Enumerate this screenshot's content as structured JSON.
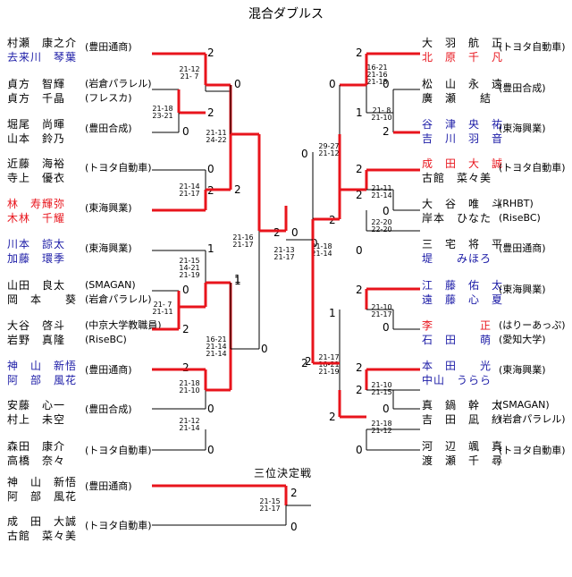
{
  "title": "混合ダブルス",
  "third_place_title": "三位決定戦",
  "left_entries": [
    {
      "p1": "村瀬　康之介",
      "p2": "去来川　琴葉",
      "club": "(豊田通商)",
      "c1": "",
      "c2": "blue"
    },
    {
      "p1": "貞方　智輝",
      "p2": "貞方　千晶",
      "club": "(岩倉パラレル)\n(フレスカ)",
      "c1": "",
      "c2": ""
    },
    {
      "p1": "堀尾　尚暉",
      "p2": "山本　鈴乃",
      "club": "(豊田合成)",
      "c1": "",
      "c2": ""
    },
    {
      "p1": "近藤　海裕",
      "p2": "寺上　優衣",
      "club": "(トヨタ自動車)",
      "c1": "",
      "c2": ""
    },
    {
      "p1": "林　寿輝弥",
      "p2": "木林　千耀",
      "club": "(東海興業)",
      "c1": "red",
      "c2": "red"
    },
    {
      "p1": "川本　諒太",
      "p2": "加藤　環季",
      "club": "(東海興業)",
      "c1": "blue",
      "c2": "blue"
    },
    {
      "p1": "山田　良太",
      "p2": "岡　本　　葵",
      "club": "(SMAGAN)\n(岩倉パラレル)",
      "c1": "",
      "c2": ""
    },
    {
      "p1": "大谷　啓斗",
      "p2": "岩野　真隆",
      "club": "(中京大学教職員)\n(RiseBC)",
      "c1": "",
      "c2": ""
    },
    {
      "p1": "神　山　新悟",
      "p2": "阿　部　風花",
      "club": "(豊田通商)",
      "c1": "blue",
      "c2": "blue"
    },
    {
      "p1": "安藤　心一",
      "p2": "村上　未空",
      "club": "(豊田合成)",
      "c1": "",
      "c2": ""
    },
    {
      "p1": "森田　康介",
      "p2": "高橋　奈々",
      "club": "(トヨタ自動車)",
      "c1": "",
      "c2": ""
    }
  ],
  "right_entries": [
    {
      "p1": "大　羽　航　正",
      "p2": "北　原　千　凡",
      "club": "(トヨタ自動車)",
      "c1": "",
      "c2": "red"
    },
    {
      "p1": "松　山　永　遠",
      "p2": "廣　瀬　　結",
      "club": "(豊田合成)",
      "c1": "",
      "c2": ""
    },
    {
      "p1": "谷　津　央　祐",
      "p2": "吉　川　羽　音",
      "club": "(東海興業)",
      "c1": "blue",
      "c2": "blue"
    },
    {
      "p1": "成　田　大　誠",
      "p2": "古館　菜々美",
      "club": "(トヨタ自動車)",
      "c1": "red",
      "c2": ""
    },
    {
      "p1": "大　谷　唯　斗",
      "p2": "岸本　ひなた",
      "club": "(RHBT)\n(RiseBC)",
      "c1": "",
      "c2": ""
    },
    {
      "p1": "三　宅　将　平",
      "p2": "堤　　みほろ",
      "club": "(豊田通商)",
      "c1": "",
      "c2": "blue"
    },
    {
      "p1": "江　藤　佑　太",
      "p2": "遠　藤　心　夏",
      "club": "(東海興業)",
      "c1": "blue",
      "c2": "blue"
    },
    {
      "p1": "李　　　　正",
      "p2": "石　田　　萌",
      "club": "(はりーあっぷ)\n(愛知大学)",
      "c1": "red",
      "c2": "blue"
    },
    {
      "p1": "本　田　　光",
      "p2": "中山　うらら",
      "club": "(東海興業)",
      "c1": "blue",
      "c2": "blue"
    },
    {
      "p1": "真　鍋　幹　太",
      "p2": "吉　田　凪　紗",
      "club": "(SMAGAN)\n(岩倉パラレル)",
      "c1": "",
      "c2": ""
    },
    {
      "p1": "河　辺　颯　真",
      "p2": "渡　瀬　千　尋",
      "club": "(トヨタ自動車)",
      "c1": "",
      "c2": ""
    }
  ],
  "third_place_entries": [
    {
      "p1": "神　山　新悟",
      "p2": "阿　部　風花",
      "club": "(豊田通商)",
      "c1": "",
      "c2": ""
    },
    {
      "p1": "成　田　大誠",
      "p2": "古館　菜々美",
      "club": "(トヨタ自動車)",
      "c1": "",
      "c2": ""
    }
  ],
  "match_scores": {
    "L_r1_a": "21-12\n21- 7",
    "L_r1_b": "21-18\n23-21",
    "L_r1_c": "21-14\n21-17",
    "L_r1_d1": "21-15\n14-21\n21-19",
    "L_r1_d2": "21- 7\n21-11",
    "L_r1_e": "21-18\n21-10",
    "L_r1_f": "21-12\n21-14",
    "L_r2_a": "21-11\n24-22",
    "L_r2_b": "16-21\n21-14\n21-14",
    "L_r3": "21-16\n21-17",
    "final": "21-13\n21-17",
    "R_r3": "21-18\n21-14",
    "R_r2_a": "29-27\n21-12",
    "R_r2_b": "21-17\n18-21\n21-19",
    "R_r1_a1": "16-21\n21-16\n21-18",
    "R_r1_a2": "21- 8\n21-10",
    "R_r1_b1": "21-11\n21-14",
    "R_r1_b2": "22-20\n22-20",
    "R_r1_c": "21-10\n21-17",
    "R_r1_d1": "21-10\n21-15",
    "R_r1_d2": "21-18\n21-12",
    "third": "21-15\n21-17"
  },
  "results": {
    "l1": "2",
    "l2": "0",
    "l3": "0",
    "l4": "0",
    "l5": "2",
    "l6": "1",
    "l7": "0",
    "l8": "2",
    "l9": "2",
    "l10": "0",
    "l11": "0",
    "l2a": "2",
    "l2b": "1",
    "lr2a_top": "0",
    "lr2a_bot": "2",
    "lr2b_top": "1",
    "lr2b_bot": "0",
    "lr3_top": "2",
    "lr3_bot": "0",
    "final_left": "2",
    "final_right": "0",
    "rr3_top": "0",
    "rr3_bot": "2",
    "rr2a_top": "0",
    "rr2a_bot": "2",
    "rr2b_top": "1",
    "rr2b_bot": "2",
    "r1": "2",
    "r2": "0",
    "r3": "2",
    "r4": "2",
    "r5": "0",
    "r6": "0",
    "r7": "2",
    "r8": "0",
    "r9": "2",
    "r10": "0",
    "r11": "0",
    "r1_sub": "1",
    "r4_sub": "2",
    "r9_sub": "2",
    "third_top": "2",
    "third_bot": "0"
  },
  "colors": {
    "win": "#e8141c",
    "line": "#000000",
    "blue": "#1a1aa6",
    "red": "#e8141c"
  }
}
